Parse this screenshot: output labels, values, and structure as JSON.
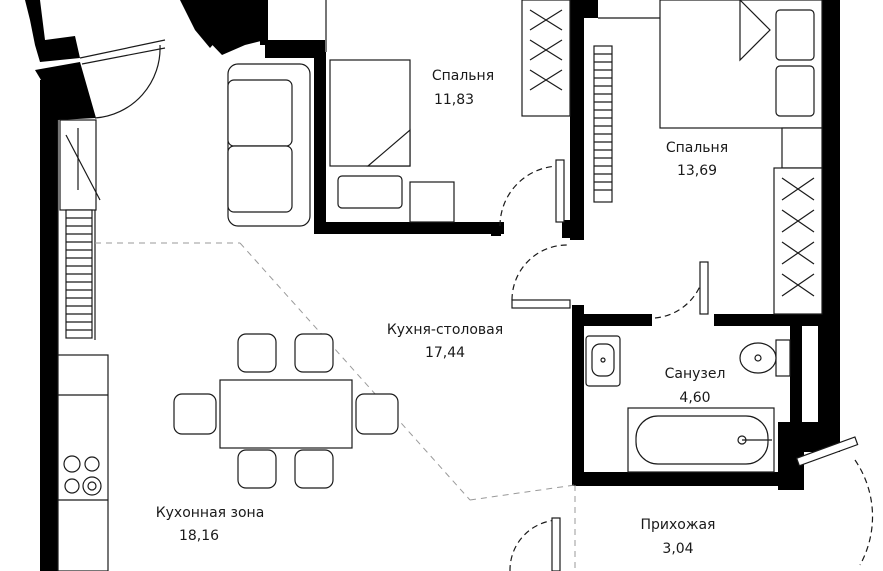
{
  "rooms": [
    {
      "id": "bedroom-1",
      "name": "Спальня",
      "area": "11,83"
    },
    {
      "id": "bedroom-2",
      "name": "Спальня",
      "area": "13,69"
    },
    {
      "id": "kitchen-dining",
      "name": "Кухня-столовая",
      "area": "17,44"
    },
    {
      "id": "bathroom",
      "name": "Санузел",
      "area": "4,60"
    },
    {
      "id": "kitchen-zone",
      "name": "Кухонная зона",
      "area": "18,16"
    },
    {
      "id": "hallway",
      "name": "Прихожая",
      "area": "3,04"
    }
  ],
  "colors": {
    "wall": "#000000",
    "line": "#1a1a1a",
    "background": "#ffffff"
  }
}
